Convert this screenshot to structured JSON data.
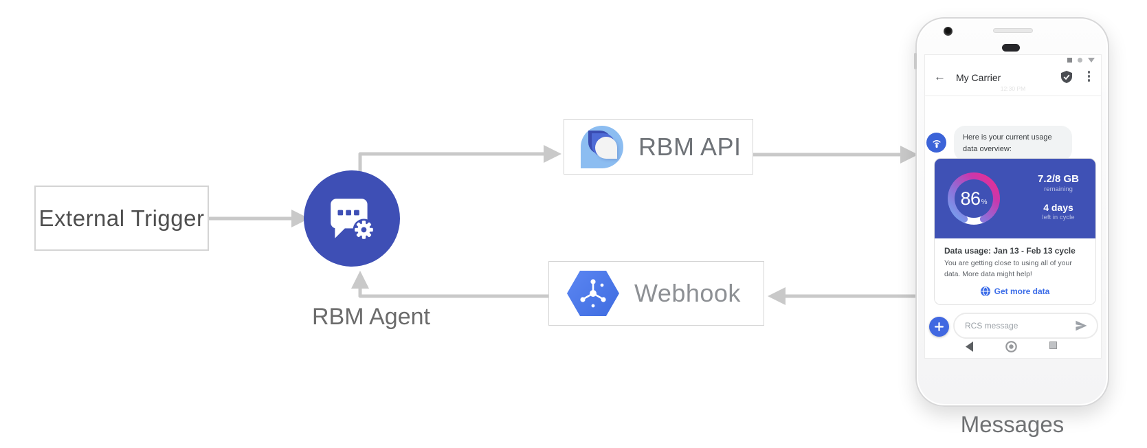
{
  "diagram": {
    "external_trigger": {
      "label": "External Trigger"
    },
    "rbm_agent": {
      "label": "RBM Agent"
    },
    "rbm_api": {
      "label": "RBM API"
    },
    "webhook": {
      "label": "Webhook"
    },
    "phone_caption": "Messages"
  },
  "phone": {
    "status_time": "12:30 PM",
    "header": {
      "title": "My Carrier"
    },
    "chat": {
      "bubble_text": "Here is your current usage data overview:",
      "usage_card": {
        "gauge_percent": "86",
        "gauge_percent_suffix": "%",
        "data_remaining_value": "7.2/8 GB",
        "data_remaining_label": "remaining",
        "days_value": "4 days",
        "days_label": "left in cycle",
        "title": "Data usage: Jan 13 - Feb 13 cycle",
        "body": "You are getting close to using all of your data. More data might help!",
        "action": "Get more data"
      }
    },
    "compose": {
      "placeholder": "RCS message"
    }
  },
  "colors": {
    "agent_indigo": "#3e4fb5",
    "card_indigo": "#3f51b5",
    "link_blue": "#3b6ce8",
    "arrow_gray": "#c9c9c9",
    "gauge_gradient": [
      "#74a4f0",
      "#8f6fd8",
      "#c838ad",
      "#ee2d8e"
    ]
  }
}
